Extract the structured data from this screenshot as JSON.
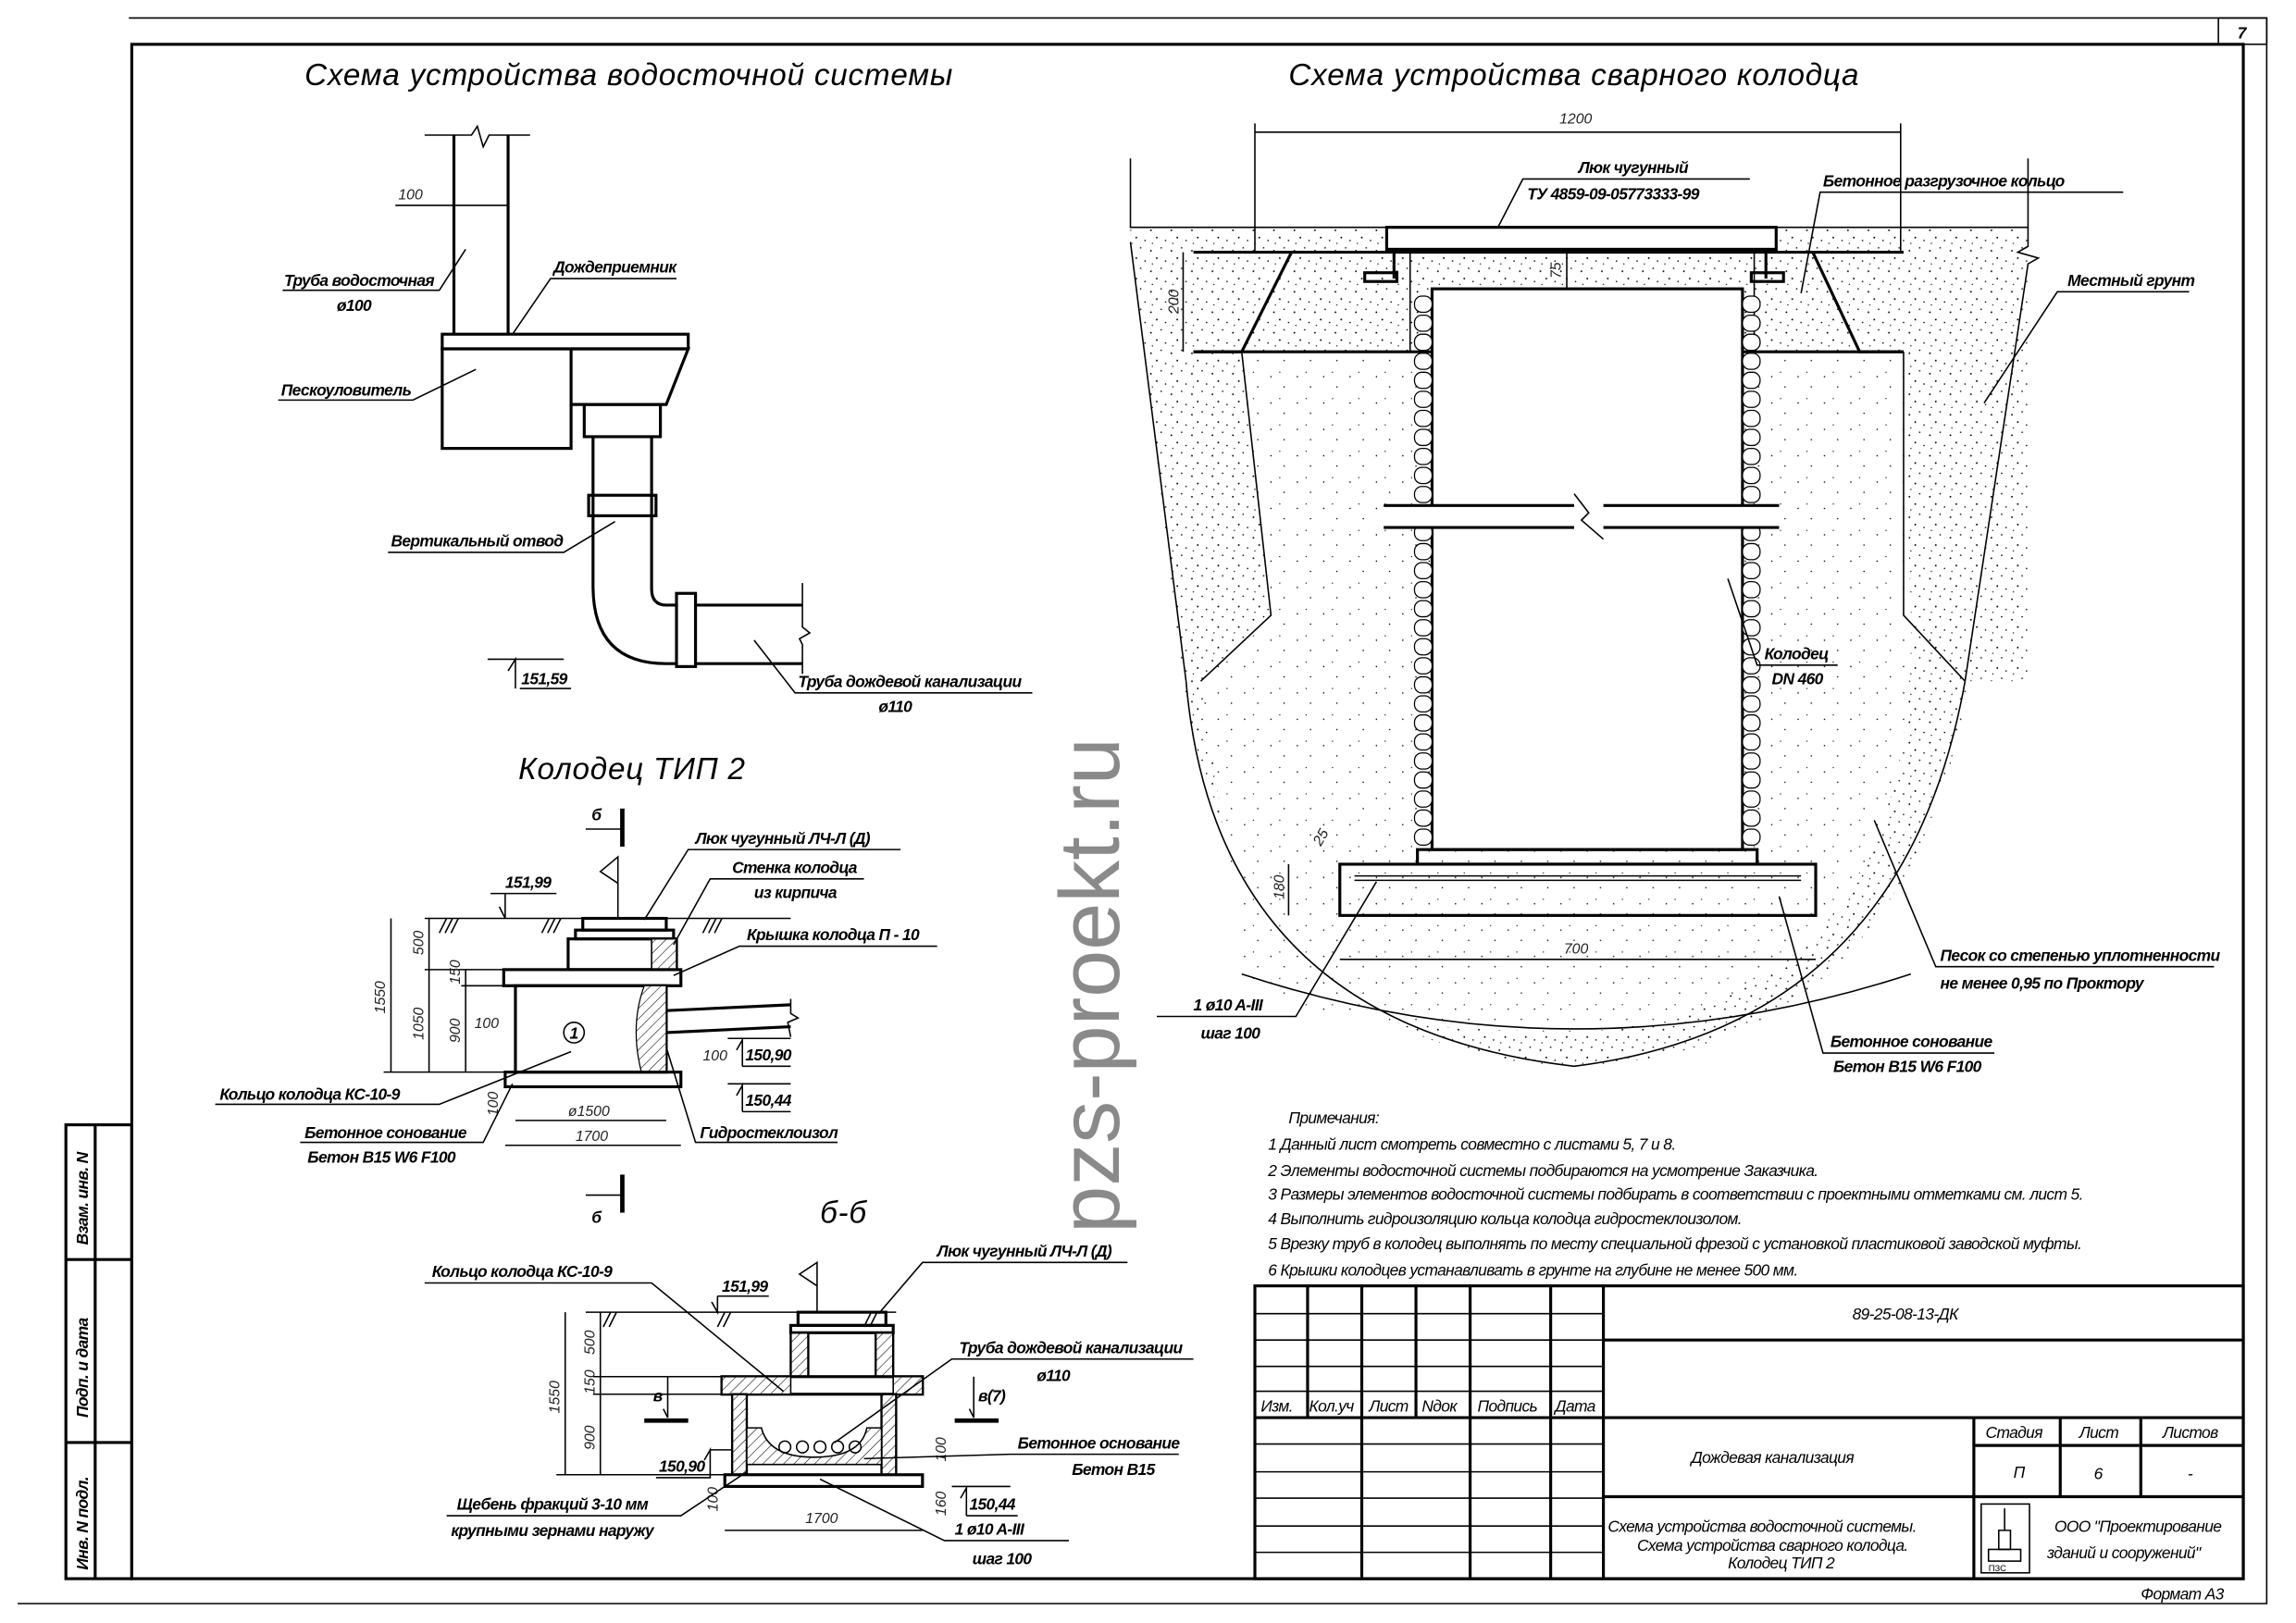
{
  "sheet_number": "7",
  "titles": {
    "drain_system": "Схема устройства водосточной системы",
    "welded_well": "Схема устройства сварного колодца",
    "well_type2": "Колодец ТИП 2",
    "section_bb": "б-б"
  },
  "drain": {
    "dim_100": "100",
    "pipe_label": "Труба водосточная",
    "pipe_diam": "ø100",
    "inlet": "Дождеприемник",
    "sand_trap": "Пескоуловитель",
    "vertical_bend": "Вертикальный отвод",
    "level": "151,59",
    "rain_pipe": "Труба дождевой канализации",
    "rain_pipe_diam": "ø110"
  },
  "well2": {
    "section_mark": "б",
    "level_top": "151,99",
    "hatch": "Люк чугунный ЛЧ-Л (Д)",
    "wall_1": "Стенка колодца",
    "wall_2": "из кирпича",
    "cover": "Крышка колодца П - 10",
    "ring": "Кольцо колодца КС-10-9",
    "base_1": "Бетонное сонование",
    "base_2": "Бетон B15 W6 F100",
    "waterproof": "Гидростеклоизол",
    "level_pipe": "150,90",
    "level_bottom": "150,44",
    "pos": "1",
    "dims": {
      "d1550": "1550",
      "d500": "500",
      "d1050": "1050",
      "d150": "150",
      "d900": "900",
      "d100a": "100",
      "d100b": "100",
      "d100c": "100",
      "d1500": "ø1500",
      "d1700": "1700"
    }
  },
  "section": {
    "ring": "Кольцо колодца КС-10-9",
    "hatch": "Люк чугунный ЛЧ-Л (Д)",
    "level_top": "151,99",
    "rain_pipe": "Труба дождевой канализации",
    "rain_pipe_diam": "ø110",
    "mark_v": "в",
    "mark_v7": "в(7)",
    "base_1": "Бетонное основание",
    "base_2": "Бетон B15",
    "level_pipe": "150,90",
    "level_bottom": "150,44",
    "gravel_1": "Щебень фракций 3-10 мм",
    "gravel_2": "крупными зернами наружу",
    "rebar_1": "1  ø10 A-III",
    "rebar_2": "шаг 100",
    "dims": {
      "d1550": "1550",
      "d500": "500",
      "d150": "150",
      "d900": "900",
      "d100": "100",
      "d160": "160",
      "d100b": "100",
      "d1700": "1700"
    }
  },
  "welded": {
    "dim_1200": "1200",
    "hatch_1": "Люк чугунный",
    "hatch_2": "ТУ 4859-09-05773333-99",
    "relief_ring": "Бетонное разгрузочное кольцо",
    "local_soil": "Местный грунт",
    "well_1": "Колодец",
    "well_2": "DN 460",
    "sand_1": "Песок со степенью уплотненности",
    "sand_2": "не менее 0,95 по Проктору",
    "rebar_1": "1  ø10 A-III",
    "rebar_2": "шаг 100",
    "base_1": "Бетонное сонование",
    "base_2": "Бетон B15 W6 F100",
    "dims": {
      "d200": "200",
      "d75": "75",
      "d180": "180",
      "d25": "25",
      "d700": "700"
    }
  },
  "notes": {
    "heading": "Примечания:",
    "items": [
      "1  Данный лист смотреть совместно с листами 5, 7 и 8.",
      "2 Элементы водосточной системы подбираются на усмотрение Заказчика.",
      "3  Размеры элементов водосточной системы подбирать в соответствии с проектными отметками см. лист 5.",
      "4  Выполнить гидроизоляцию кольца колодца гидростеклоизолом.",
      "5   Врезку труб в колодец выполнять по месту специальной фрезой с установкой пластиковой заводской муфты.",
      "6  Крышки колодцев устанавливать в грунте на глубине не менее 500 мм."
    ]
  },
  "side_stamp": {
    "replace": "Взам. инв. N",
    "sign_date": "Подп. и дата",
    "inv": "Инв. N подл."
  },
  "title_block": {
    "code": "89-25-08-13-ДК",
    "columns": [
      "Изм.",
      "Кол.уч",
      "Лист",
      "Nдок",
      "Подпись",
      "Дата"
    ],
    "project": "Дождевая канализация",
    "stage_label": "Стадия",
    "sheet_label": "Лист",
    "sheets_label": "Листов",
    "stage": "П",
    "sheet": "6",
    "sheets": "-",
    "desc_1": "Схема устройства водосточной системы.",
    "desc_2": "Схема устройства сварного колодца.",
    "desc_3": "Колодец ТИП 2",
    "company_1": "ООО \"Проектирование",
    "company_2": "зданий и сооружений\"",
    "logo_text": "ПЗС",
    "format": "Формат А3"
  },
  "watermark": "pzs-proekt.ru"
}
